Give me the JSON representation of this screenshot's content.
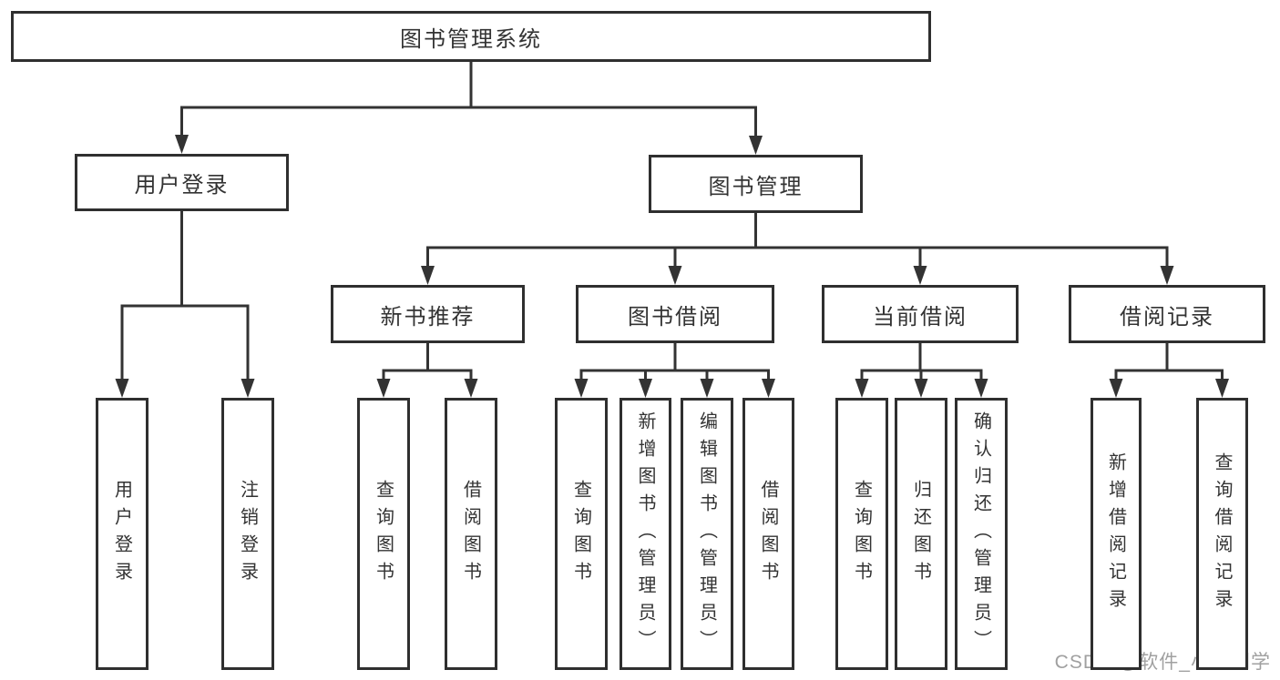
{
  "diagram": {
    "title": "图书管理系统",
    "colors": {
      "line": "#333333",
      "box_border": "#2f2f2f",
      "text": "#333333",
      "background": "#ffffff",
      "watermark": "#a0a0a0"
    },
    "nodes": [
      {
        "id": "root",
        "label": "图书管理系统",
        "parent": null,
        "orientation": "horizontal"
      },
      {
        "id": "user_login",
        "label": "用户登录",
        "parent": "root",
        "orientation": "horizontal"
      },
      {
        "id": "book_mgmt",
        "label": "图书管理",
        "parent": "root",
        "orientation": "horizontal"
      },
      {
        "id": "new_book_rec",
        "label": "新书推荐",
        "parent": "book_mgmt",
        "orientation": "horizontal"
      },
      {
        "id": "book_borrow",
        "label": "图书借阅",
        "parent": "book_mgmt",
        "orientation": "horizontal"
      },
      {
        "id": "current_borrow",
        "label": "当前借阅",
        "parent": "book_mgmt",
        "orientation": "horizontal"
      },
      {
        "id": "borrow_records",
        "label": "借阅记录",
        "parent": "book_mgmt",
        "orientation": "horizontal"
      },
      {
        "id": "login_leaf",
        "label": "用户登录",
        "parent": "user_login",
        "orientation": "vertical"
      },
      {
        "id": "logout_leaf",
        "label": "注销登录",
        "parent": "user_login",
        "orientation": "vertical"
      },
      {
        "id": "nbr_query",
        "label": "查询图书",
        "parent": "new_book_rec",
        "orientation": "vertical"
      },
      {
        "id": "nbr_borrow",
        "label": "借阅图书",
        "parent": "new_book_rec",
        "orientation": "vertical"
      },
      {
        "id": "bb_query",
        "label": "查询图书",
        "parent": "book_borrow",
        "orientation": "vertical"
      },
      {
        "id": "bb_add",
        "label": "新增图书（管理员）",
        "parent": "book_borrow",
        "orientation": "vertical"
      },
      {
        "id": "bb_edit",
        "label": "编辑图书（管理员）",
        "parent": "book_borrow",
        "orientation": "vertical"
      },
      {
        "id": "bb_borrow",
        "label": "借阅图书",
        "parent": "book_borrow",
        "orientation": "vertical"
      },
      {
        "id": "cb_query",
        "label": "查询图书",
        "parent": "current_borrow",
        "orientation": "vertical"
      },
      {
        "id": "cb_return",
        "label": "归还图书",
        "parent": "current_borrow",
        "orientation": "vertical"
      },
      {
        "id": "cb_confirm",
        "label": "确认归还（管理员）",
        "parent": "current_borrow",
        "orientation": "vertical"
      },
      {
        "id": "br_add",
        "label": "新增借阅记录",
        "parent": "borrow_records",
        "orientation": "vertical"
      },
      {
        "id": "br_query",
        "label": "查询借阅记录",
        "parent": "borrow_records",
        "orientation": "vertical"
      }
    ]
  },
  "watermark": {
    "text": "CSDN @软件_小贺同学"
  }
}
